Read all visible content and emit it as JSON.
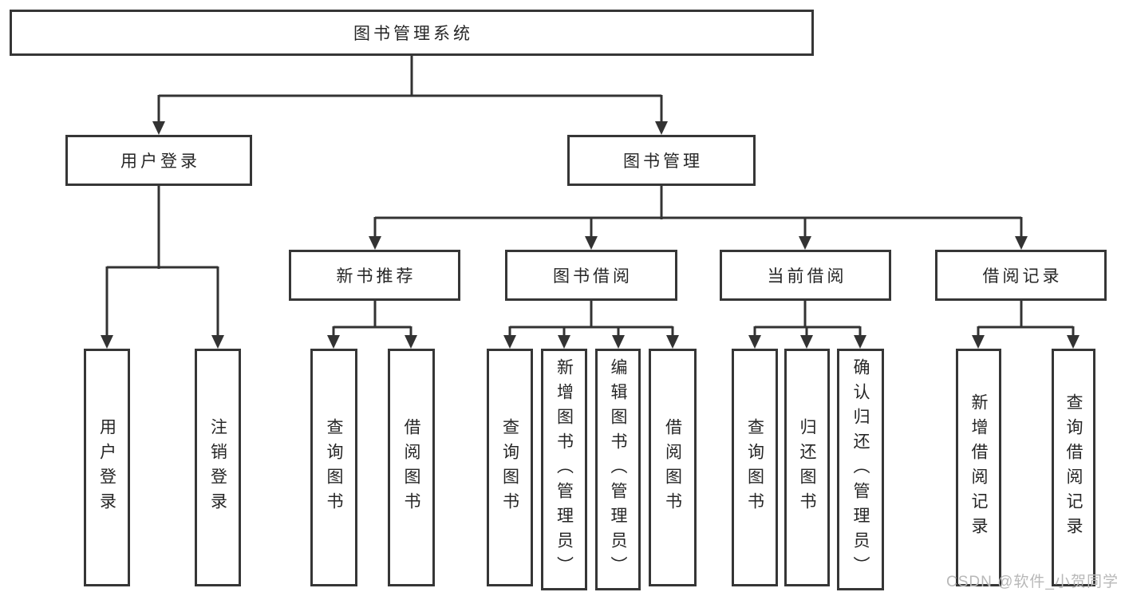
{
  "diagram": {
    "title": "图书管理系统",
    "level2": {
      "user_login": "用户登录",
      "book_mgmt": "图书管理"
    },
    "level3": {
      "new_book_rec": "新书推荐",
      "book_borrow": "图书借阅",
      "current_borrow": "当前借阅",
      "borrow_record": "借阅记录"
    },
    "leaves": {
      "user_login_login": "用户登录",
      "user_login_logout": "注销登录",
      "new_book_query": "查询图书",
      "new_book_borrow": "借阅图书",
      "borrow_query": "查询图书",
      "borrow_add": "新增图书（管理员）",
      "borrow_edit": "编辑图书（管理员）",
      "borrow_lend": "借阅图书",
      "current_query": "查询图书",
      "current_return": "归还图书",
      "current_confirm": "确认归还（管理员）",
      "record_add": "新增借阅记录",
      "record_query": "查询借阅记录"
    }
  },
  "watermark": "CSDN @软件_小贺同学",
  "colors": {
    "background": "#ffffff",
    "box_border": "#363636",
    "connector_line": "#333333",
    "text": "#262626",
    "watermark_text": "#b8b8b8"
  }
}
